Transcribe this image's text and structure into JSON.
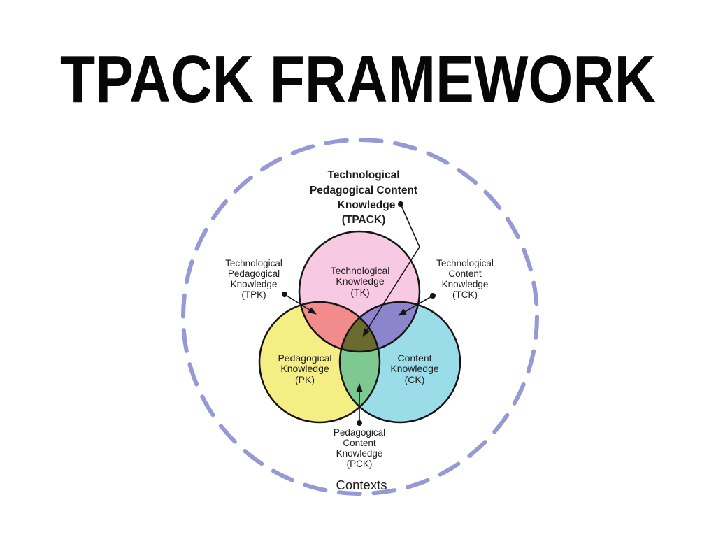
{
  "title": "TPACK FRAMEWORK",
  "diagram": {
    "contexts_label": "Contexts",
    "tpack": {
      "l1": "Technological",
      "l2": "Pedagogical Content",
      "l3": "Knowledge",
      "l4": "(TPACK)"
    },
    "tk": {
      "l1": "Technological",
      "l2": "Knowledge",
      "l3": "(TK)"
    },
    "pk": {
      "l1": "Pedagogical",
      "l2": "Knowledge",
      "l3": "(PK)"
    },
    "ck": {
      "l1": "Content",
      "l2": "Knowledge",
      "l3": "(CK)"
    },
    "tpk": {
      "l1": "Technological",
      "l2": "Pedagogical",
      "l3": "Knowledge",
      "l4": "(TPK)"
    },
    "tck": {
      "l1": "Technological",
      "l2": "Content",
      "l3": "Knowledge",
      "l4": "(TCK)"
    },
    "pck": {
      "l1": "Pedagogical",
      "l2": "Content",
      "l3": "Knowledge",
      "l4": "(PCK)"
    }
  },
  "colors": {
    "tk_fill": "#f7c9e3",
    "pk_fill": "#f5ee85",
    "ck_fill": "#9bdce9",
    "tpk_fill": "#f28b8b",
    "tck_fill": "#8d85cc",
    "pck_fill": "#7ec892",
    "tpack_fill": "#6b6a2e",
    "outer_dashed": "#9599d4",
    "outline": "#141414"
  }
}
